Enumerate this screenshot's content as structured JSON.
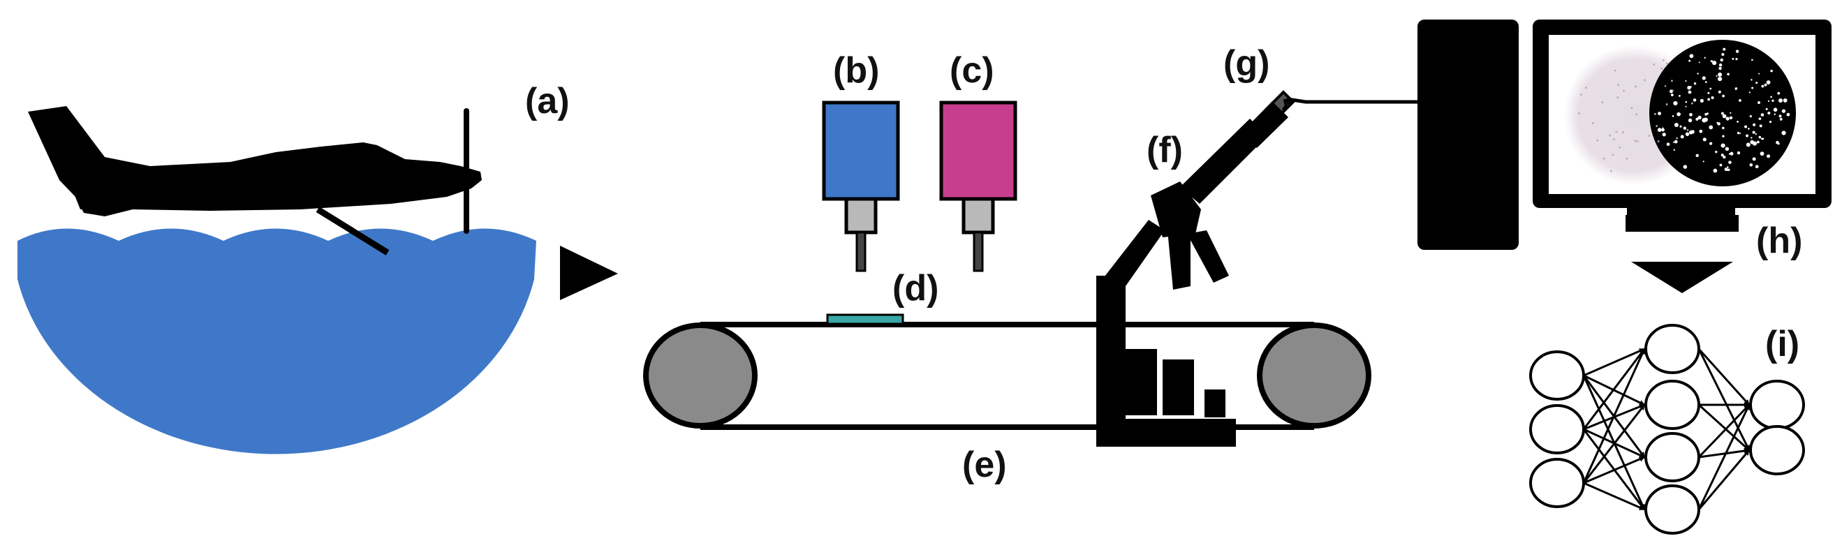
{
  "labels": {
    "a": "(a)",
    "b": "(b)",
    "c": "(c)",
    "d": "(d)",
    "e": "(e)",
    "f": "(f)",
    "g": "(g)",
    "h": "(h)",
    "i": "(i)"
  },
  "colors": {
    "water": "#3f78c8",
    "camera_b": "#3f78c8",
    "camera_c": "#c83e8e",
    "slide": "#3aa6a6",
    "roller": "#8a8a8a",
    "silhouette": "#000000"
  },
  "network": {
    "layers": [
      3,
      4,
      2
    ]
  }
}
